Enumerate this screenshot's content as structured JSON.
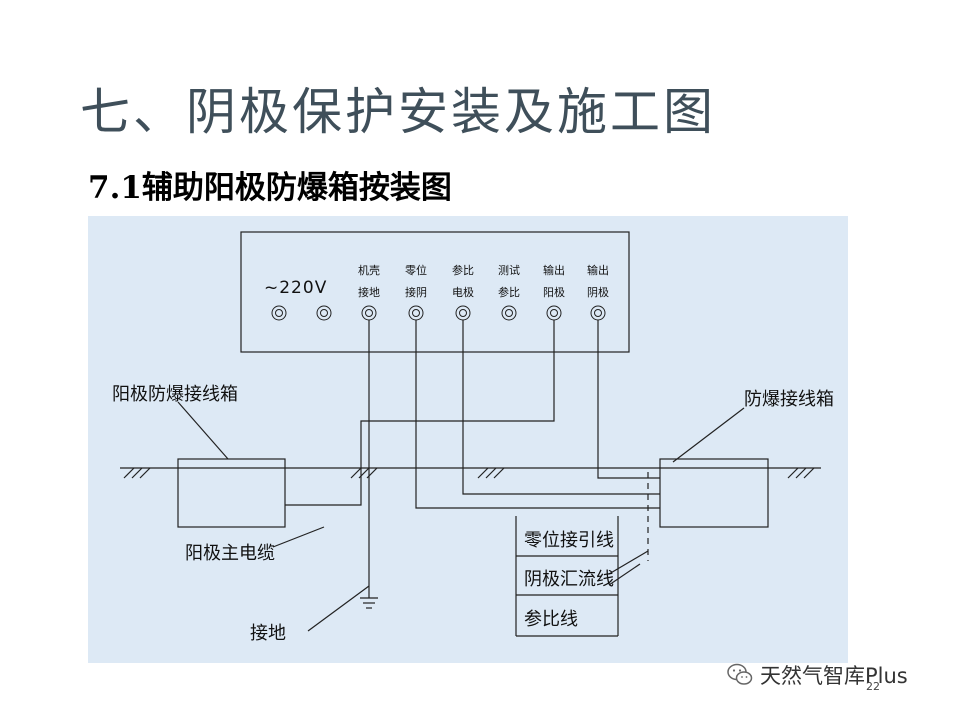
{
  "slide": {
    "title": "七、阴极保护安装及施工图",
    "subtitle": "7.1辅助阳极防爆箱按装图",
    "page_number": "22"
  },
  "watermark": {
    "text": "天然气智库Plus",
    "icon": "wechat-icon"
  },
  "diagram": {
    "power_label": "~220V",
    "terminals": [
      {
        "line1": "机壳",
        "line2": "接地"
      },
      {
        "line1": "零位",
        "line2": "接阴"
      },
      {
        "line1": "参比",
        "line2": "电极"
      },
      {
        "line1": "测试",
        "line2": "参比"
      },
      {
        "line1": "输出",
        "line2": "阳极"
      },
      {
        "line1": "输出",
        "line2": "阴极"
      }
    ],
    "labels": {
      "anode_box": "阳极防爆接线箱",
      "explosion_box": "防爆接线箱",
      "anode_cable": "阳极主电缆",
      "ground": "接地",
      "zero_wire": "零位接引线",
      "cathode_bus": "阴极汇流线",
      "reference_wire": "参比线"
    },
    "colors": {
      "background": "#dde9f5",
      "line": "#222222"
    }
  }
}
